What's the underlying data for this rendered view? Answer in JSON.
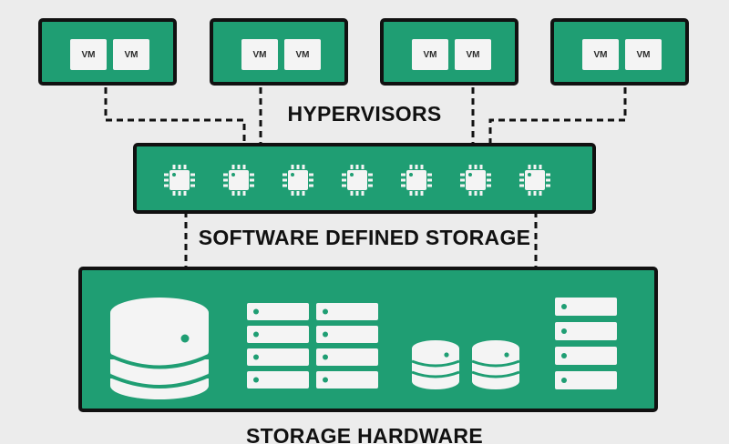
{
  "diagram": {
    "colors": {
      "green": "#1f9e73",
      "outline": "#111111",
      "light": "#f4f4f4",
      "background": "#ececec"
    },
    "hosts": [
      {
        "vms": [
          "VM",
          "VM"
        ]
      },
      {
        "vms": [
          "VM",
          "VM"
        ]
      },
      {
        "vms": [
          "VM",
          "VM"
        ]
      },
      {
        "vms": [
          "VM",
          "VM"
        ]
      }
    ],
    "labels": {
      "hypervisors": "HYPERVISORS",
      "software_defined_storage": "SOFTWARE DEFINED STORAGE",
      "storage_hardware": "STORAGE HARDWARE"
    },
    "sds_chip_icon": "cpu-chip-icon",
    "sds_chip_count": 7,
    "hardware_icons": [
      "large-disk-drive-icon",
      "storage-array-icon",
      "small-disk-drives-icon",
      "server-rack-icon"
    ]
  }
}
